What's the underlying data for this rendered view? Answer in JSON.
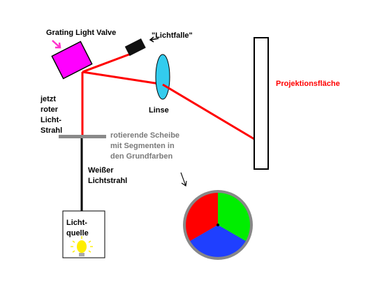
{
  "labels": {
    "grating_light_valve": "Grating Light Valve",
    "lichtfalle": "\"Lichtfalle\"",
    "linse": "Linse",
    "projektionsflaeche": "Projektionsfläche",
    "roter_lichtstrahl": "jetzt\nroter\nLicht-\nStrahl",
    "rotierende_scheibe": "rotierende Scheibe\nmit Segmenten in\nden Grundfarben",
    "weisser_lichtstrahl": "Weißer\nLichtstrahl",
    "lichtquelle": "Licht-\nquelle"
  },
  "colors": {
    "light_valve": "#ff00ff",
    "red_beam": "#ff0000",
    "lens": "#33ccee",
    "disc_red": "#ff0000",
    "disc_green": "#00ee00",
    "disc_blue": "#1f3fff",
    "disc_rim": "#888888",
    "bulb": "#ffee00",
    "arrow_pink": "#ff33cc",
    "scheibe_text": "#7a7a7a",
    "projektion_text": "#ff0000"
  },
  "icons": {
    "arrow_to_valve": "pink-arrow-icon",
    "arrow_to_trap": "black-arrow-icon",
    "arrow_to_disc": "pointer-arrow-icon",
    "bulb": "light-bulb-icon"
  }
}
